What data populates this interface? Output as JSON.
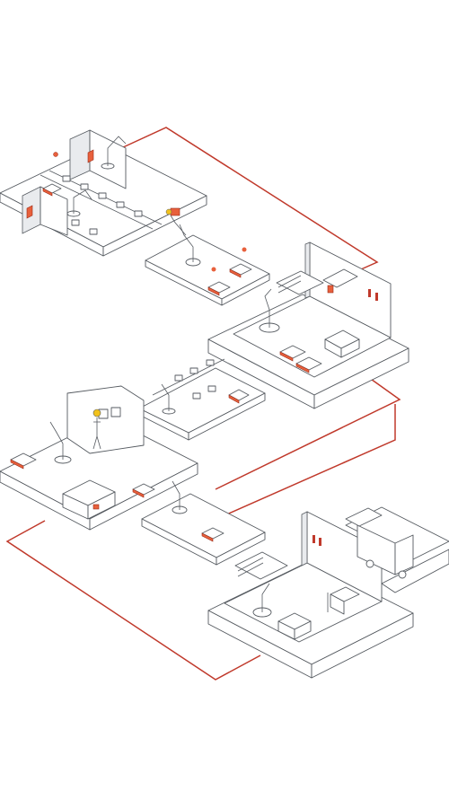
{
  "colors": {
    "background": "#ffffff",
    "line": "#555a60",
    "accent": "#c0392b",
    "accent_fill": "#e8603c",
    "warning": "#f2c21b",
    "platform": "#ffffff"
  },
  "connectors": [
    "level1-to-level2",
    "level2-to-level3",
    "level3-to-level4",
    "level4-to-level5"
  ],
  "platforms": [
    "assembly-line-platform",
    "robot-cell-platform",
    "storage-room-platform",
    "packaging-line-platform",
    "palletizing-platform",
    "agv-walkway-platform",
    "warehouse-dock-platform",
    "loading-bay-platform"
  ],
  "icons": [
    "robot-arm-icon",
    "agv-icon",
    "operator-icon",
    "forklift-icon",
    "truck-icon",
    "shelving-icon",
    "fire-extinguisher-icon",
    "warning-beacon-icon"
  ]
}
